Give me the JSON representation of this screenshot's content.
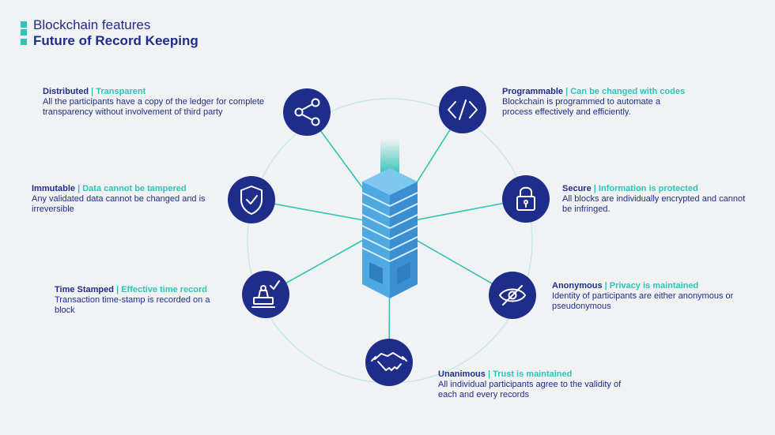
{
  "header": {
    "title": "Blockchain features",
    "subtitle": "Future of Record Keeping"
  },
  "features": [
    {
      "name": "Distributed",
      "sep": "|",
      "tag": "Transparent",
      "desc": "All the participants have a copy of the ledger for complete transparency without involvement of third party",
      "icon": "share-icon"
    },
    {
      "name": "Programmable",
      "sep": "|",
      "tag": "Can be changed with codes",
      "desc": "Blockchain is programmed to automate a process effectively and efficiently.",
      "icon": "code-icon"
    },
    {
      "name": "Immutable",
      "sep": "|",
      "tag": "Data cannot be tampered",
      "desc": "Any validated data cannot be changed and is irreversible",
      "icon": "shield-check-icon"
    },
    {
      "name": "Secure",
      "sep": "|",
      "tag": "Information is protected",
      "desc": "All blocks are individually encrypted and cannot be infringed.",
      "icon": "lock-icon"
    },
    {
      "name": "Time Stamped",
      "sep": "|",
      "tag": "Effective time record",
      "desc": "Transaction time-stamp is recorded on a block",
      "icon": "stamp-icon"
    },
    {
      "name": "Anonymous",
      "sep": "|",
      "tag": "Privacy is maintained",
      "desc": "Identity of participants are either anonymous or pseudonymous",
      "icon": "eye-off-icon"
    },
    {
      "name": "Unanimous",
      "sep": "|",
      "tag": "Trust is maintained",
      "desc": "All individual participants agree to the validity of each and every records",
      "icon": "handshake-icon"
    }
  ],
  "colors": {
    "primary": "#1f2d8a",
    "accent": "#2ec4b6",
    "block": "#4fa8e0"
  }
}
